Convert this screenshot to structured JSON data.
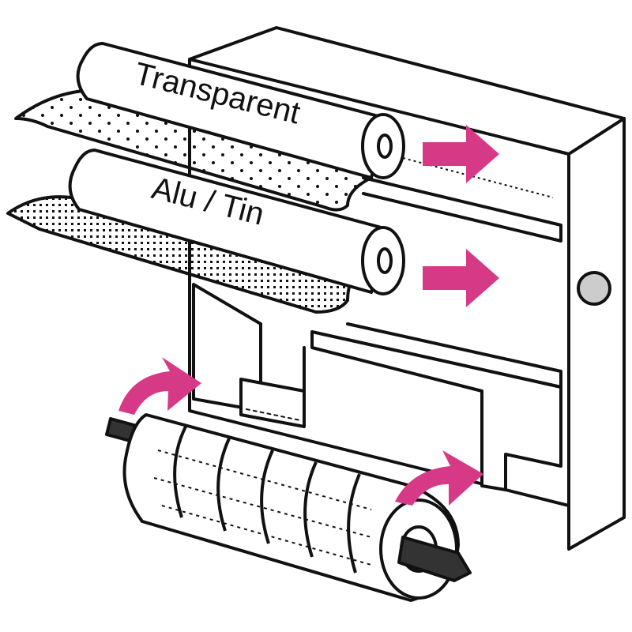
{
  "labels": {
    "top_roll": "Transparent",
    "bottom_roll": "Alu / Tin"
  },
  "colors": {
    "outline": "#111111",
    "fill": "#ffffff",
    "arrow": "#d63a86",
    "knob": "#cccccc",
    "rod": "#333333"
  },
  "icons": {
    "arrows": "pull-direction-arrow",
    "rotate": "curved-rotate-arrow",
    "knob": "round-knob"
  }
}
